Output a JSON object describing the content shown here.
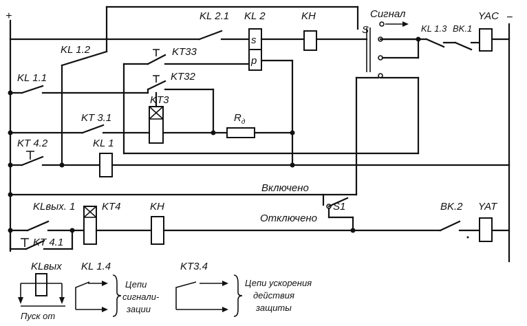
{
  "labels": {
    "plus": "+",
    "minus": "−",
    "kl21": "KL 2.1",
    "kl2": "KL 2",
    "kh_top": "KH",
    "signal": "Сигнал",
    "s_sw": "S",
    "kl13": "KL 1.3",
    "vk1": "BK.1",
    "yac": "YAC",
    "kl12": "KL 1.2",
    "kt33": "KT33",
    "kt32": "KT32",
    "kt3": "KT3",
    "kl11": "KL 1.1",
    "kt31": "KT 3.1",
    "rd": "R",
    "rd_sub": "д",
    "kt42": "KT 4.2",
    "kl1": "KL 1",
    "relay_s": "s",
    "relay_p": "p",
    "vklyucheno": "Включено",
    "s1": "S1",
    "otklyucheno": "Отключено",
    "klvyh1": "KLвых. 1",
    "kt4": "KT4",
    "kh_bot": "KH",
    "vk2": "BK.2",
    "yat": "YAT",
    "kt41": "KT 4.1",
    "legend_klvyh": "KLвых",
    "legend_pusk": "Пуск от",
    "legend_kl14": "KL 1.4",
    "legend_signal_1": "Цепи",
    "legend_signal_2": "сигнали-",
    "legend_signal_3": "зации",
    "legend_kt34": "KT3.4",
    "legend_acc_1": "Цепи ускорения",
    "legend_acc_2": "действия",
    "legend_acc_3": "защиты"
  }
}
